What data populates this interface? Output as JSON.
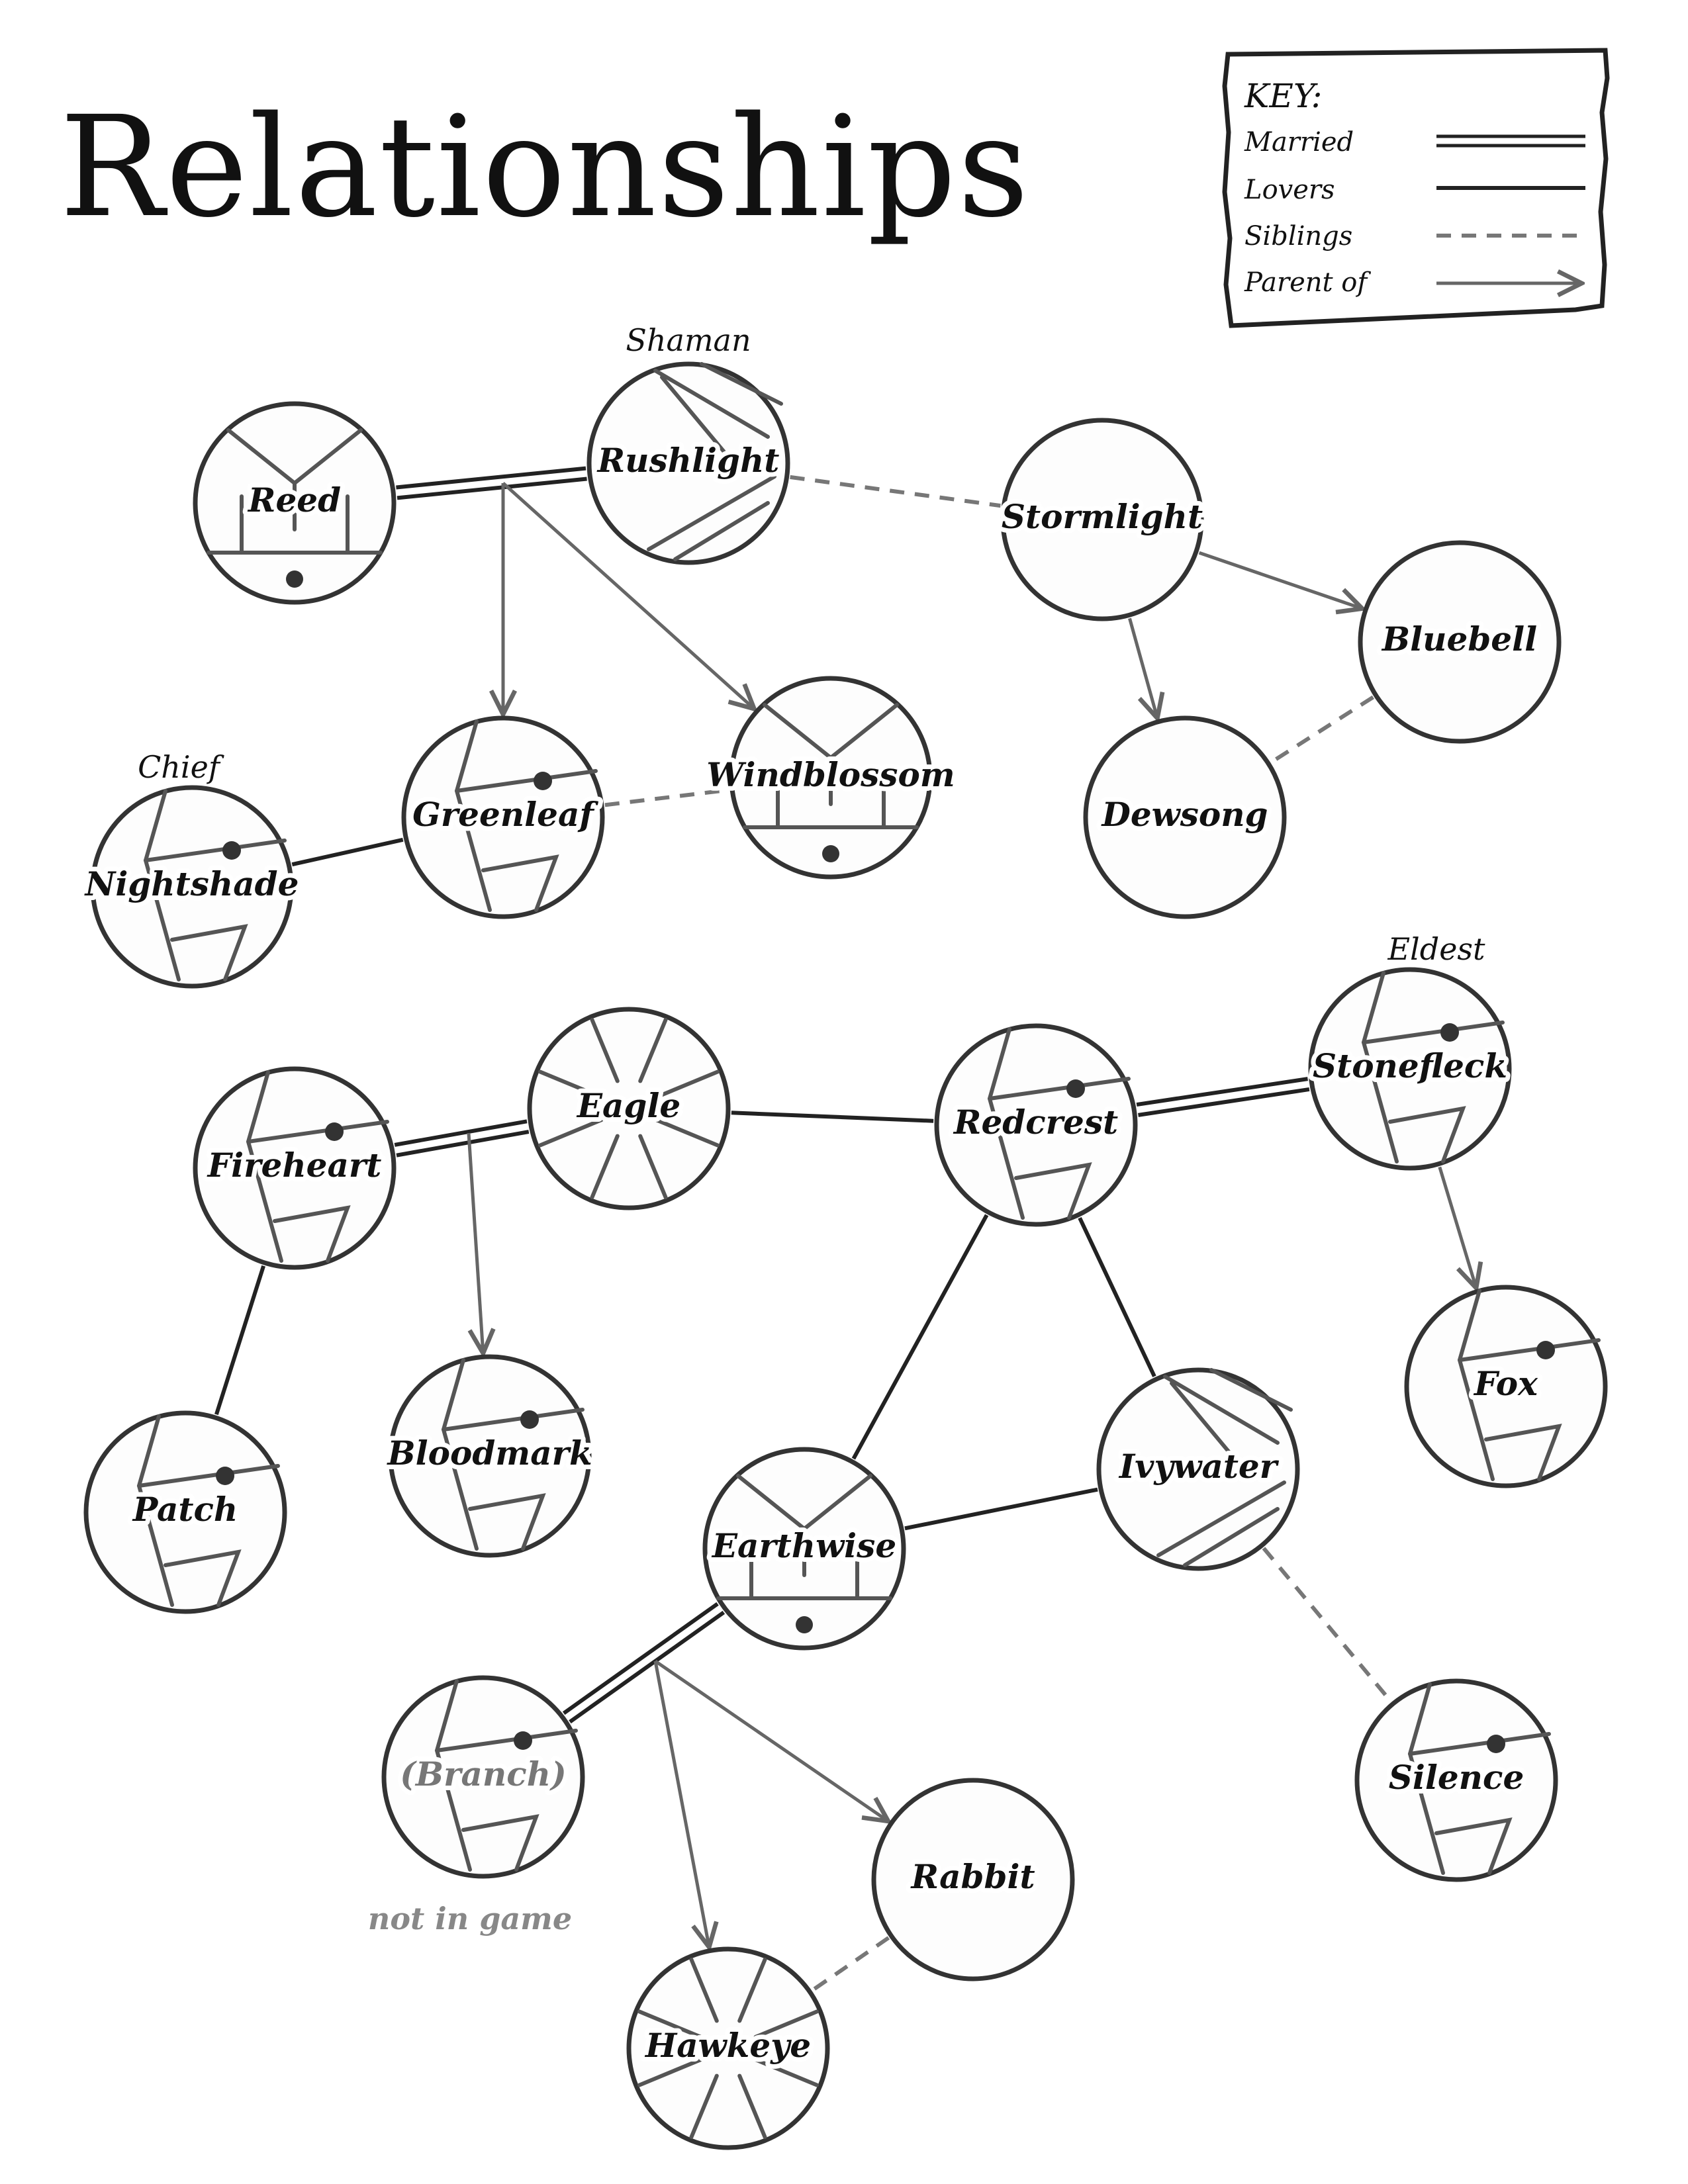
{
  "title": "Relationships",
  "key": {
    "title": "KEY:",
    "married": "Married",
    "lovers": "Lovers",
    "siblings": "Siblings",
    "parent": "Parent of"
  },
  "nodes": [
    {
      "id": "reed",
      "label": "Reed",
      "style": "fan"
    },
    {
      "id": "rushlight",
      "label": "Rushlight",
      "caption": "Shaman",
      "style": "lines-right"
    },
    {
      "id": "stormlight",
      "label": "Stormlight",
      "style": "plain"
    },
    {
      "id": "bluebell",
      "label": "Bluebell",
      "style": "plain"
    },
    {
      "id": "dewsong",
      "label": "Dewsong",
      "style": "plain"
    },
    {
      "id": "greenleaf",
      "label": "Greenleaf",
      "style": "shard"
    },
    {
      "id": "windblossom",
      "label": "Windblossom",
      "style": "fan"
    },
    {
      "id": "nightshade",
      "label": "Nightshade",
      "caption": "Chief",
      "style": "shard"
    },
    {
      "id": "eagle",
      "label": "Eagle",
      "style": "wheel"
    },
    {
      "id": "redcrest",
      "label": "Redcrest",
      "style": "shard"
    },
    {
      "id": "stonefleck",
      "label": "Stonefleck",
      "caption": "Eldest",
      "style": "shard"
    },
    {
      "id": "fireheart",
      "label": "Fireheart",
      "style": "shard"
    },
    {
      "id": "patch",
      "label": "Patch",
      "style": "shard"
    },
    {
      "id": "bloodmark",
      "label": "Bloodmark",
      "style": "shard"
    },
    {
      "id": "earthwise",
      "label": "Earthwise",
      "style": "fan"
    },
    {
      "id": "ivywater",
      "label": "Ivywater",
      "style": "lines-right"
    },
    {
      "id": "fox",
      "label": "Fox",
      "style": "shard"
    },
    {
      "id": "branch",
      "label": "(Branch)",
      "caption": "not in game",
      "style": "shard",
      "muted": true
    },
    {
      "id": "rabbit",
      "label": "Rabbit",
      "style": "plain"
    },
    {
      "id": "hawkeye",
      "label": "Hawkeye",
      "style": "wheel"
    },
    {
      "id": "silence",
      "label": "Silence",
      "style": "shard"
    }
  ],
  "edges": [
    {
      "type": "married",
      "from": "reed",
      "to": "rushlight"
    },
    {
      "type": "siblings",
      "from": "rushlight",
      "to": "stormlight"
    },
    {
      "type": "parent",
      "from": "reed-rushlight",
      "to": "greenleaf"
    },
    {
      "type": "parent",
      "from": "reed-rushlight",
      "to": "windblossom"
    },
    {
      "type": "parent",
      "from": "stormlight",
      "to": "bluebell"
    },
    {
      "type": "parent",
      "from": "stormlight",
      "to": "dewsong"
    },
    {
      "type": "siblings",
      "from": "bluebell",
      "to": "dewsong"
    },
    {
      "type": "siblings",
      "from": "greenleaf",
      "to": "windblossom"
    },
    {
      "type": "lovers",
      "from": "nightshade",
      "to": "greenleaf"
    },
    {
      "type": "married",
      "from": "fireheart",
      "to": "eagle"
    },
    {
      "type": "lovers",
      "from": "eagle",
      "to": "redcrest"
    },
    {
      "type": "married",
      "from": "redcrest",
      "to": "stonefleck"
    },
    {
      "type": "parent",
      "from": "stonefleck",
      "to": "fox"
    },
    {
      "type": "parent",
      "from": "fireheart-eagle",
      "to": "bloodmark"
    },
    {
      "type": "lovers",
      "from": "fireheart",
      "to": "patch"
    },
    {
      "type": "lovers",
      "from": "redcrest",
      "to": "earthwise"
    },
    {
      "type": "lovers",
      "from": "redcrest",
      "to": "ivywater"
    },
    {
      "type": "lovers",
      "from": "earthwise",
      "to": "ivywater"
    },
    {
      "type": "siblings",
      "from": "ivywater",
      "to": "silence"
    },
    {
      "type": "married",
      "from": "earthwise",
      "to": "branch"
    },
    {
      "type": "parent",
      "from": "earthwise-branch",
      "to": "hawkeye"
    },
    {
      "type": "parent",
      "from": "earthwise-branch",
      "to": "rabbit"
    },
    {
      "type": "siblings",
      "from": "rabbit",
      "to": "hawkeye"
    }
  ]
}
